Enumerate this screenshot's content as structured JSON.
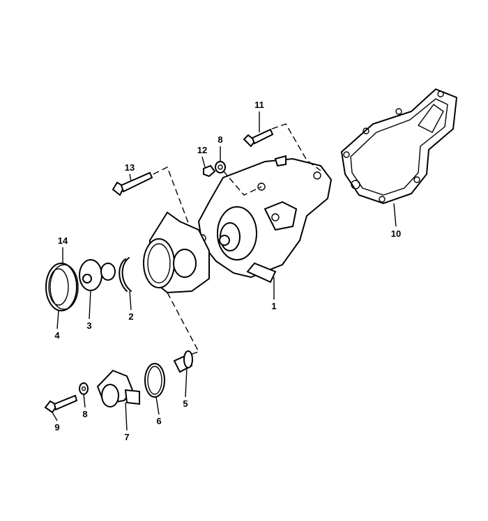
{
  "diagram": {
    "title": "Water pump exploded parts diagram",
    "callouts": [
      {
        "id": "c11",
        "label": "11"
      },
      {
        "id": "c8a",
        "label": "8"
      },
      {
        "id": "c12",
        "label": "12"
      },
      {
        "id": "c13",
        "label": "13"
      },
      {
        "id": "c10",
        "label": "10"
      },
      {
        "id": "c14",
        "label": "14"
      },
      {
        "id": "c1",
        "label": "1"
      },
      {
        "id": "c4",
        "label": "4"
      },
      {
        "id": "c3",
        "label": "3"
      },
      {
        "id": "c2",
        "label": "2"
      },
      {
        "id": "c9",
        "label": "9"
      },
      {
        "id": "c8b",
        "label": "8"
      },
      {
        "id": "c7",
        "label": "7"
      },
      {
        "id": "c6",
        "label": "6"
      },
      {
        "id": "c5",
        "label": "5"
      }
    ]
  }
}
